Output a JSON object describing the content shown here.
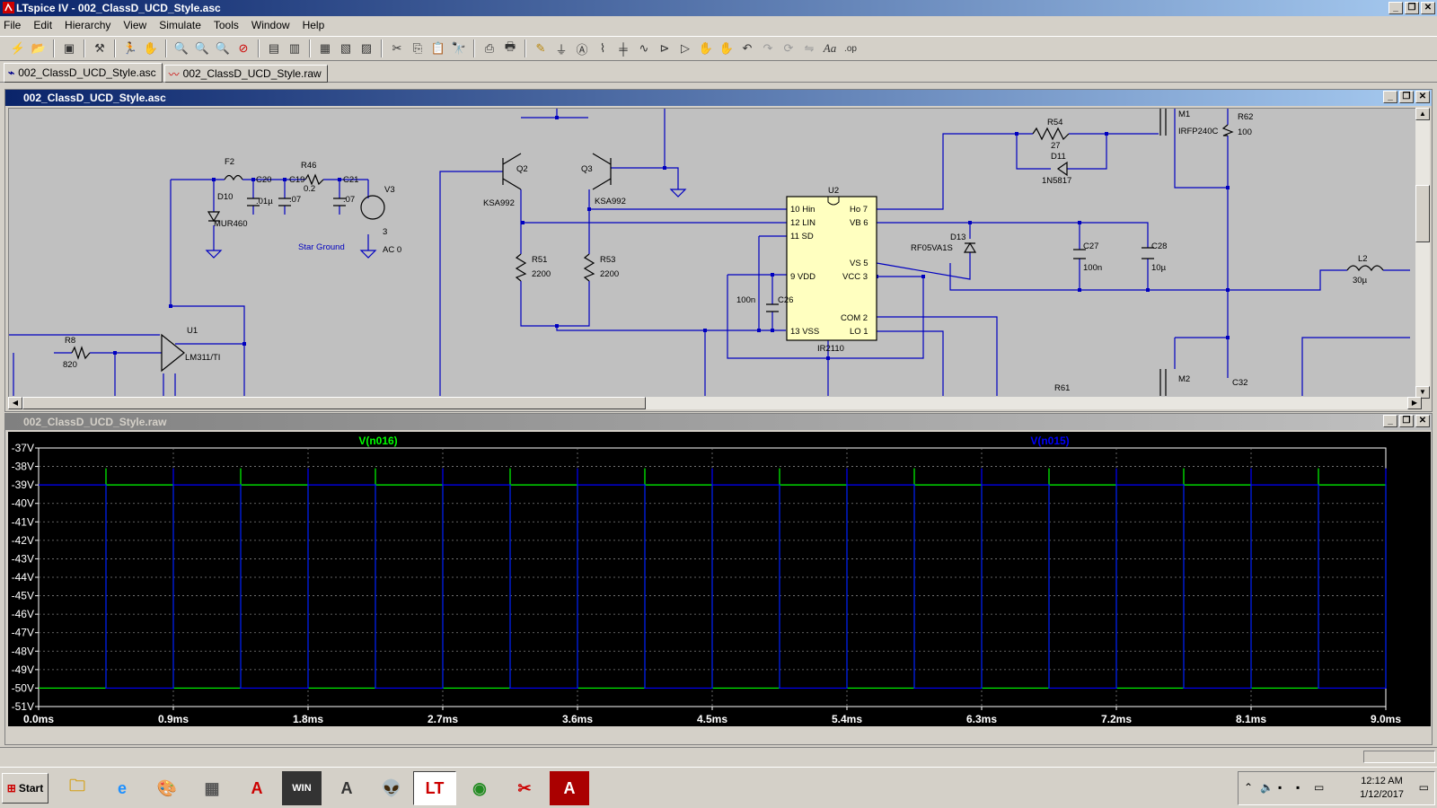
{
  "app": {
    "title": "LTspice IV - 002_ClassD_UCD_Style.asc"
  },
  "menu": [
    "File",
    "Edit",
    "Hierarchy",
    "View",
    "Simulate",
    "Tools",
    "Window",
    "Help"
  ],
  "toolbar_icons": [
    "run-icon",
    "open-icon",
    "save-icon",
    "control-panel-icon",
    "halt-icon",
    "pan-icon",
    "zoom-in-icon",
    "zoom-out-icon",
    "zoom-area-icon",
    "zoom-fit-icon",
    "tile-icon",
    "cascade-icon",
    "close-all-icon",
    "cut-icon",
    "copy-icon",
    "paste-icon",
    "find-icon",
    "print-setup-icon",
    "print-icon",
    "wire-icon",
    "ground-icon",
    "label-icon",
    "resistor-icon",
    "capacitor-icon",
    "inductor-icon",
    "diode-icon",
    "component-icon",
    "move-icon",
    "drag-icon",
    "undo-icon",
    "redo-icon",
    "rotate-icon",
    "mirror-icon",
    "text-icon",
    "spice-directive-icon"
  ],
  "tabs": [
    {
      "label": "002_ClassD_UCD_Style.asc",
      "icon": "schematic-icon"
    },
    {
      "label": "002_ClassD_UCD_Style.raw",
      "icon": "waveform-icon"
    }
  ],
  "schematic": {
    "title": "002_ClassD_UCD_Style.asc",
    "labels": {
      "F2": "F2",
      "C20": "C20",
      "C20v": ".01µ",
      "C19": "C19",
      "C19v": ".07",
      "R46": "R46",
      "R46v": "0.2",
      "C21": "C21",
      "C21v": ".07",
      "D10": "D10",
      "D10v": "MUR460",
      "V3": "V3",
      "V3v": "3",
      "V3ac": "AC 0",
      "star": "Star Ground",
      "Q2": "Q2",
      "Q3": "Q3",
      "Q2v": "KSA992",
      "Q3v": "KSA992",
      "R51": "R51",
      "R51v": "2200",
      "R53": "R53",
      "R53v": "2200",
      "R8": "R8",
      "R8v": "820",
      "U1": "U1",
      "U1v": "LM311/TI",
      "U2": "U2",
      "U2v": "IR2110",
      "pinHin": "10  Hin",
      "pinLIN": "12  LIN",
      "pinSD": "11  SD",
      "pinVDD": "9  VDD",
      "pinVSS": "13  VSS",
      "pinHo": "Ho  7",
      "pinVB": "VB  6",
      "pinVS": "VS  5",
      "pinVCC": "VCC  3",
      "pinCOM": "COM  2",
      "pinLO": "LO  1",
      "C26": "C26",
      "C26v": "100n",
      "D13": "D13",
      "D13v": "RF05VA1S",
      "C27": "C27",
      "C27v": "100n",
      "C28": "C28",
      "C28v": "10µ",
      "R54": "R54",
      "R54v": "27",
      "D11": "D11",
      "D11v": "1N5817",
      "M1": "M1",
      "M1v": "IRFP240C",
      "R62": "R62",
      "R62v": "100",
      "L2": "L2",
      "L2v": "30µ",
      "M2": "M2",
      "R61": "R61",
      "C32": "C32"
    }
  },
  "waveform": {
    "title": "002_ClassD_UCD_Style.raw",
    "colors": {
      "v016": "#00ff00",
      "v015": "#0000ff",
      "grid": "#808080",
      "axis": "#ffffff",
      "background": "#000000"
    }
  },
  "chart_data": {
    "type": "line",
    "title": "",
    "xlabel": "",
    "ylabel": "",
    "xlim": [
      0,
      9.0
    ],
    "ylim": [
      -51,
      -37
    ],
    "x_unit": "ms",
    "y_unit": "V",
    "x_ticks": [
      "0.0ms",
      "0.9ms",
      "1.8ms",
      "2.7ms",
      "3.6ms",
      "4.5ms",
      "5.4ms",
      "6.3ms",
      "7.2ms",
      "8.1ms",
      "9.0ms"
    ],
    "y_ticks": [
      "-37V",
      "-38V",
      "-39V",
      "-40V",
      "-41V",
      "-42V",
      "-43V",
      "-44V",
      "-45V",
      "-46V",
      "-47V",
      "-48V",
      "-49V",
      "-50V",
      "-51V"
    ],
    "grid": true,
    "series": [
      {
        "name": "V(n016)",
        "low": -50,
        "high": -39,
        "spike": -38.1,
        "rise_times": [
          0.45,
          1.35,
          2.25,
          3.15,
          4.05,
          4.95,
          5.85,
          6.75,
          7.65,
          8.55
        ],
        "fall_times": [
          0.9,
          1.8,
          2.7,
          3.6,
          4.5,
          5.4,
          6.3,
          7.2,
          8.1,
          9.0
        ]
      },
      {
        "name": "V(n015)",
        "low": -50,
        "high": -39,
        "spike": -38.1,
        "rise_times": [
          0.9,
          1.8,
          2.7,
          3.6,
          4.5,
          5.4,
          6.3,
          7.2,
          8.1,
          9.0
        ],
        "fall_times": [
          0.45,
          1.35,
          2.25,
          3.15,
          4.05,
          4.95,
          5.85,
          6.75,
          7.65,
          8.55
        ]
      }
    ]
  },
  "taskbar": {
    "start": "Start",
    "apps": [
      "explorer-icon",
      "ie-icon",
      "paint-icon",
      "calculator-icon",
      "autocad-icon",
      "winisd-icon",
      "autocad15-icon",
      "alien-icon",
      "ltspice-icon",
      "chrome-icon",
      "snipping-icon",
      "acrobat-icon"
    ],
    "time": "12:12 AM",
    "date": "1/12/2017"
  }
}
